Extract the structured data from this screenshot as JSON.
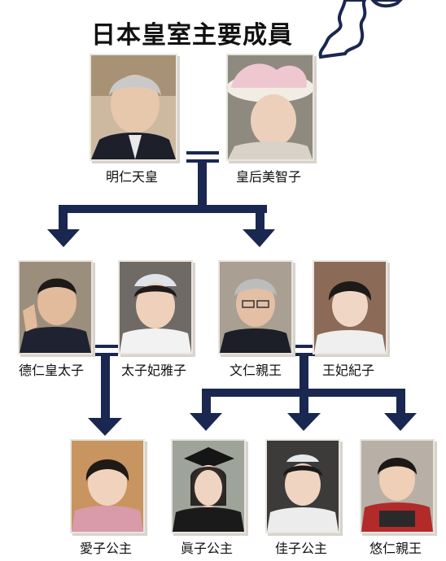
{
  "title": "日本皇室主要成員",
  "members": {
    "akihito": "明仁天皇",
    "michiko": "皇后美智子",
    "naruhito": "德仁皇太子",
    "masako": "太子妃雅子",
    "fumihito": "文仁親王",
    "kiko": "王妃紀子",
    "aiko": "愛子公主",
    "mako": "眞子公主",
    "kako": "佳子公主",
    "hisahito": "悠仁親王"
  },
  "colors": {
    "line": "#1a2750",
    "text": "#111111"
  }
}
